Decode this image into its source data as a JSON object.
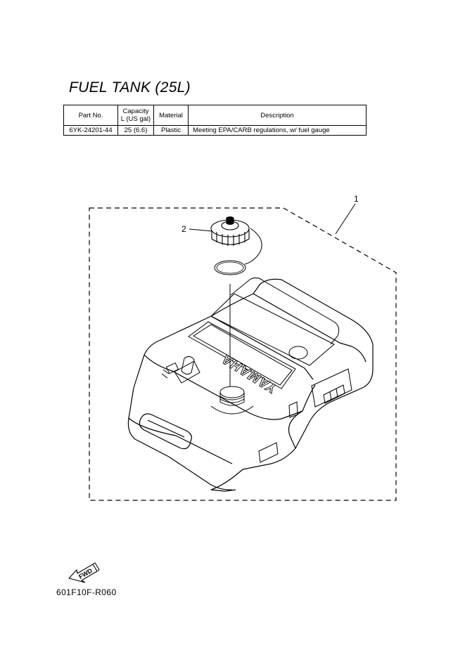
{
  "title": "FUEL TANK (25L)",
  "table": {
    "headers": [
      "Part No.",
      "Capacity\nL (US gal)",
      "Material",
      "Description"
    ],
    "rows": [
      [
        "6YK-24201-44",
        "25 (6.6)",
        "Plastic",
        "Meeting EPA/CARB regulations, w/ fuel gauge"
      ]
    ]
  },
  "callouts": {
    "tank": "1",
    "cap": "2"
  },
  "tank_brand": "YAMAHA",
  "fwd_label": "FWD",
  "diagram_code": "601F10F-R060"
}
